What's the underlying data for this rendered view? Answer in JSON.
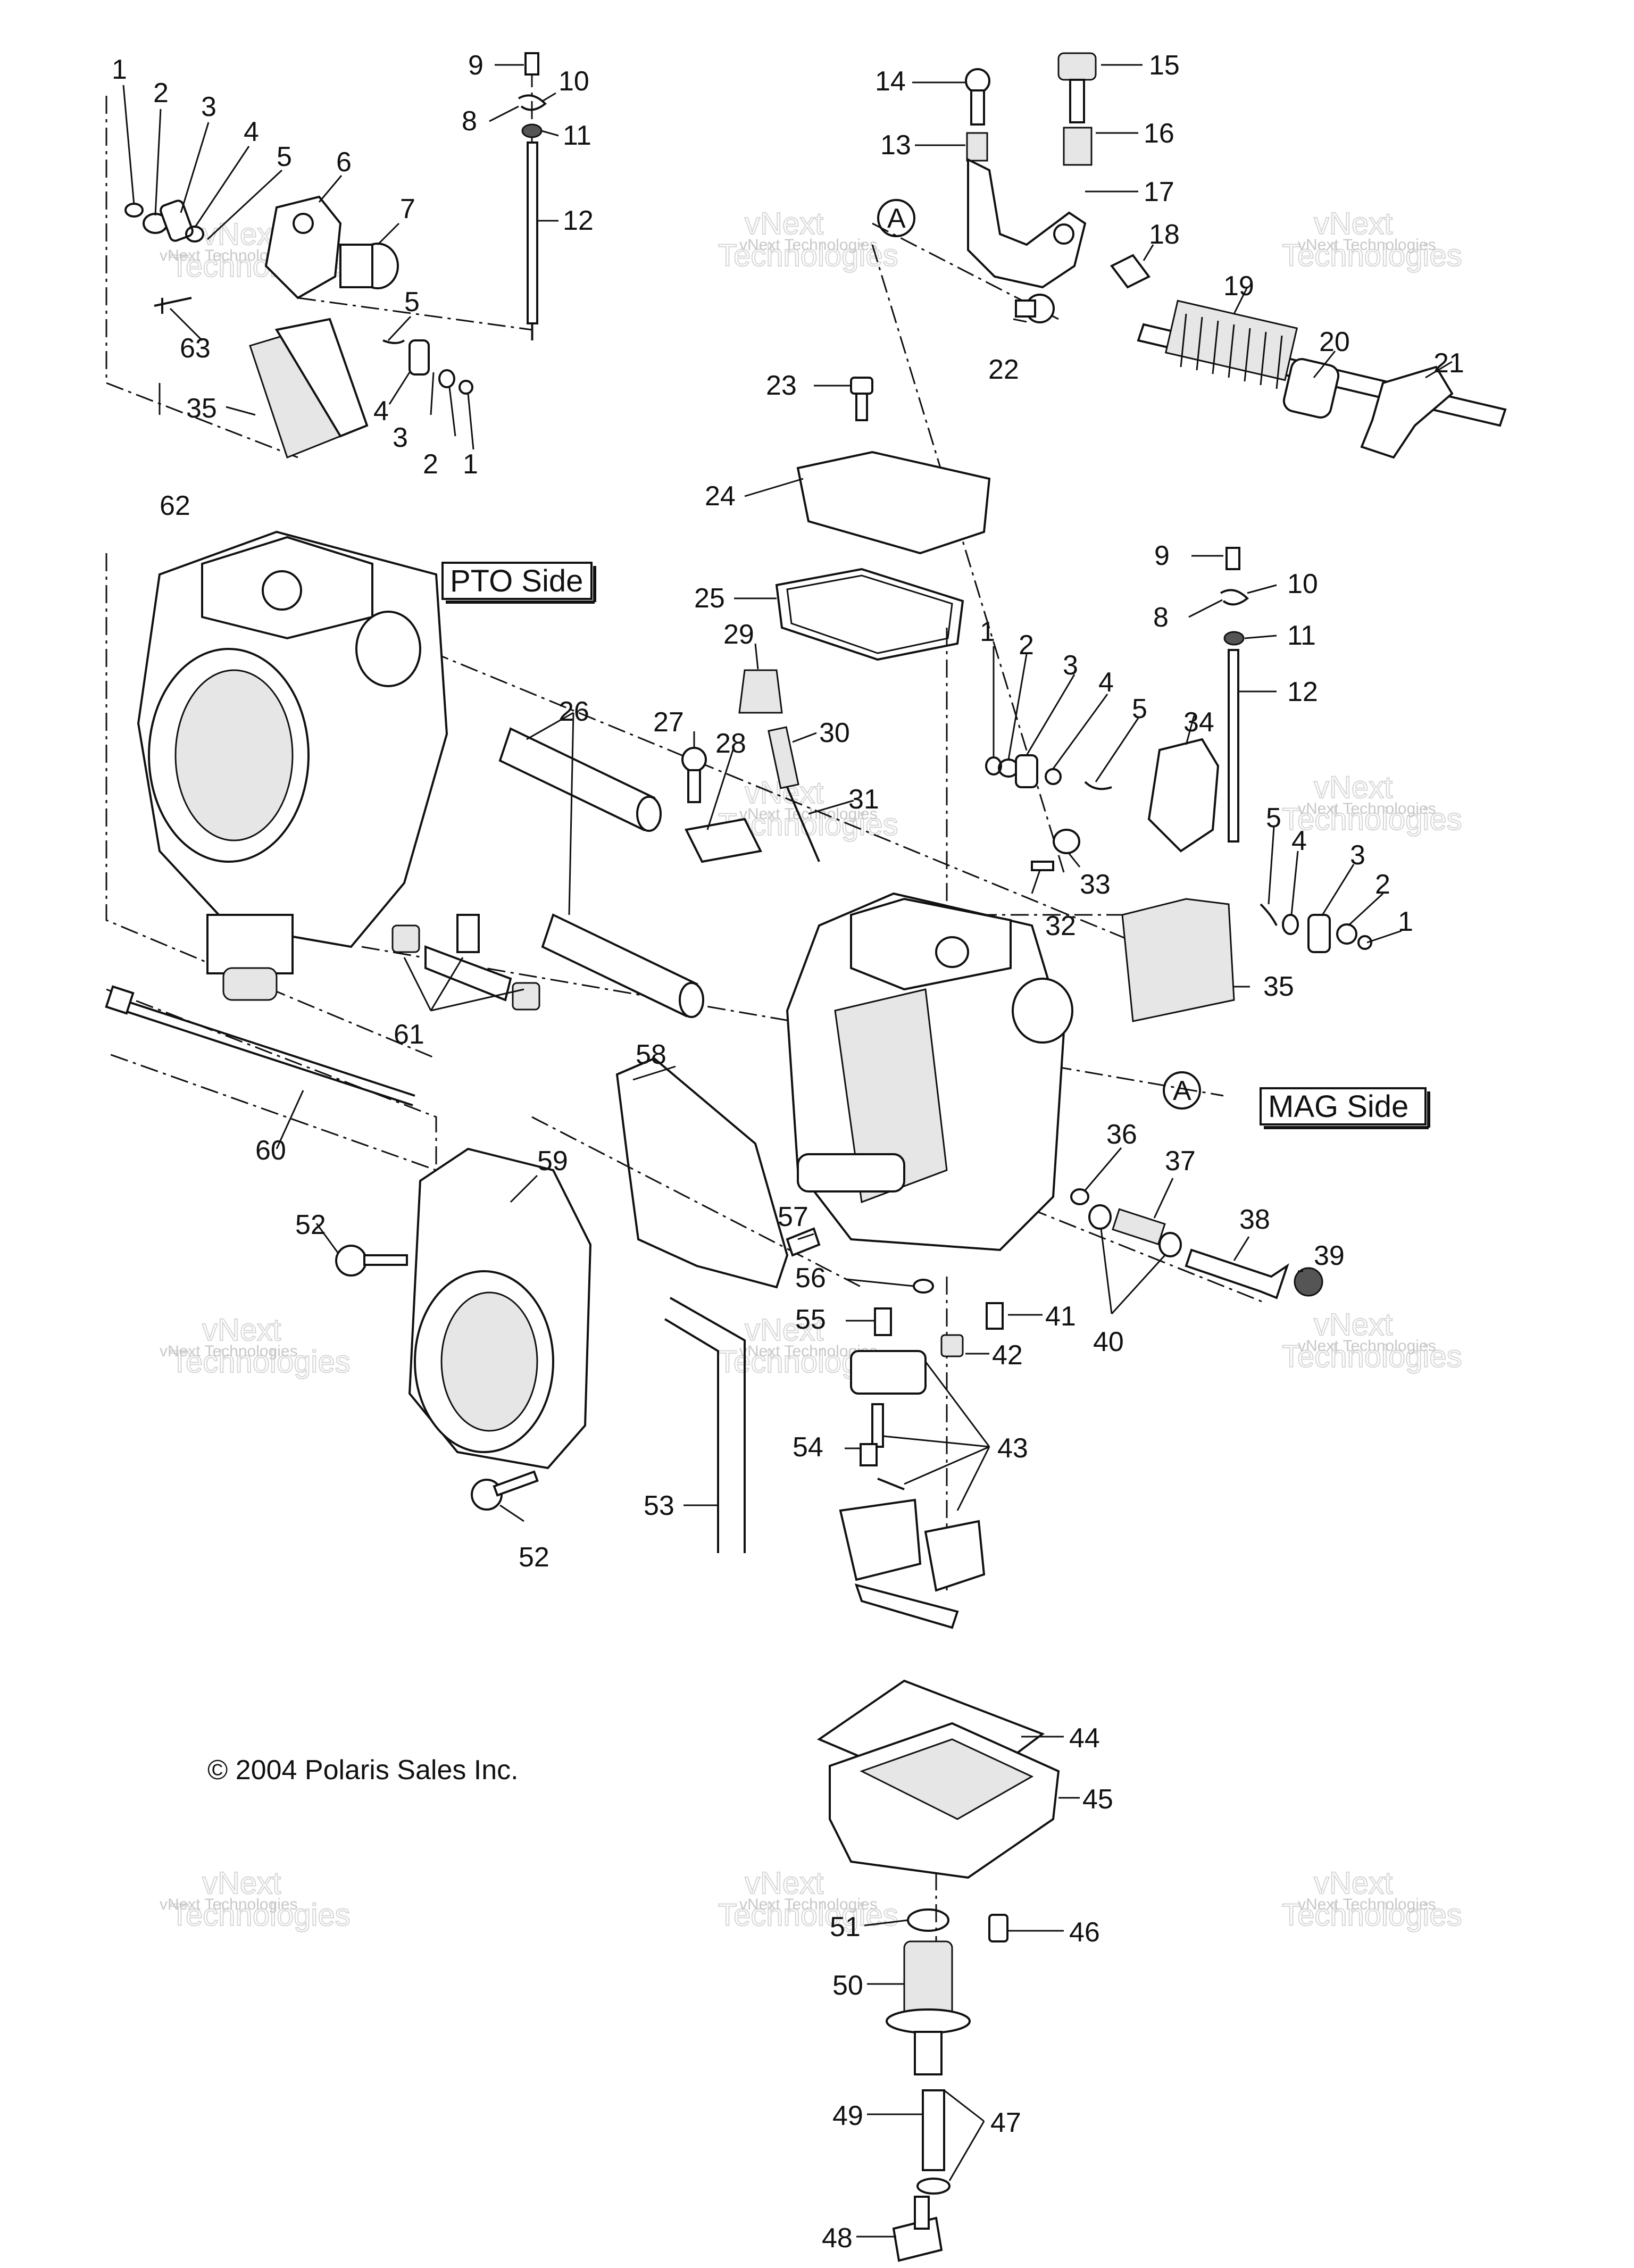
{
  "callouts": [
    "1",
    "2",
    "3",
    "4",
    "5",
    "6",
    "7",
    "8",
    "9",
    "10",
    "11",
    "12",
    "13",
    "14",
    "15",
    "16",
    "17",
    "18",
    "19",
    "20",
    "21",
    "22",
    "23",
    "24",
    "25",
    "26",
    "27",
    "28",
    "29",
    "30",
    "31",
    "32",
    "33",
    "34",
    "35",
    "36",
    "37",
    "38",
    "39",
    "40",
    "41",
    "42",
    "43",
    "44",
    "45",
    "46",
    "47",
    "48",
    "49",
    "50",
    "51",
    "52",
    "53",
    "54",
    "55",
    "56",
    "57",
    "58",
    "59",
    "60",
    "61",
    "62",
    "63"
  ],
  "side_labels": {
    "pto": "PTO Side",
    "mag": "MAG Side"
  },
  "reference_marker": "A",
  "copyright": "© 2004 Polaris Sales Inc.",
  "watermark": {
    "line1": "vNext Technologies",
    "line2": "vNext",
    "line3": "Technologies"
  }
}
